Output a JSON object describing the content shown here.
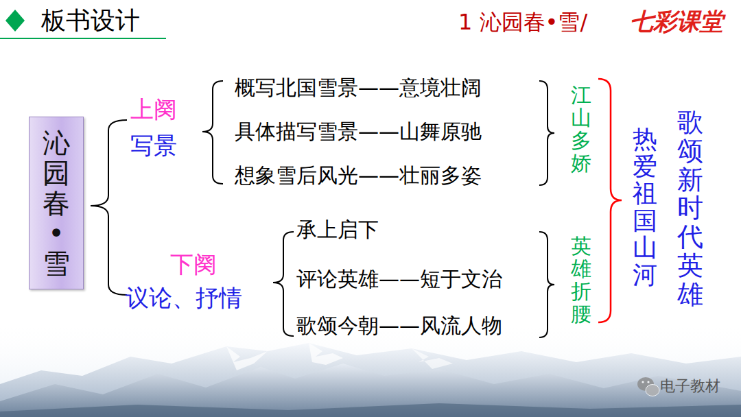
{
  "diagram": {
    "title": "板书设计",
    "nodes": [
      {
        "text": [
          "沁园春•雪"
        ]
      }
    ],
    "labels": [
      "1 沁园春•雪/",
      "七彩课堂",
      "上阕",
      "写景",
      "概写北国雪景——意境壮阔",
      "具体描写雪景——山舞原驰",
      "想象雪后风光——壮丽多姿",
      "江山多娇",
      "下阕",
      "议论、抒情",
      "承上启下",
      "评论英雄——短于文治",
      "歌颂今朝——风流人物",
      "英雄折腰",
      "热爱祖国山河",
      "歌颂新时代英雄",
      "电子教材"
    ]
  }
}
